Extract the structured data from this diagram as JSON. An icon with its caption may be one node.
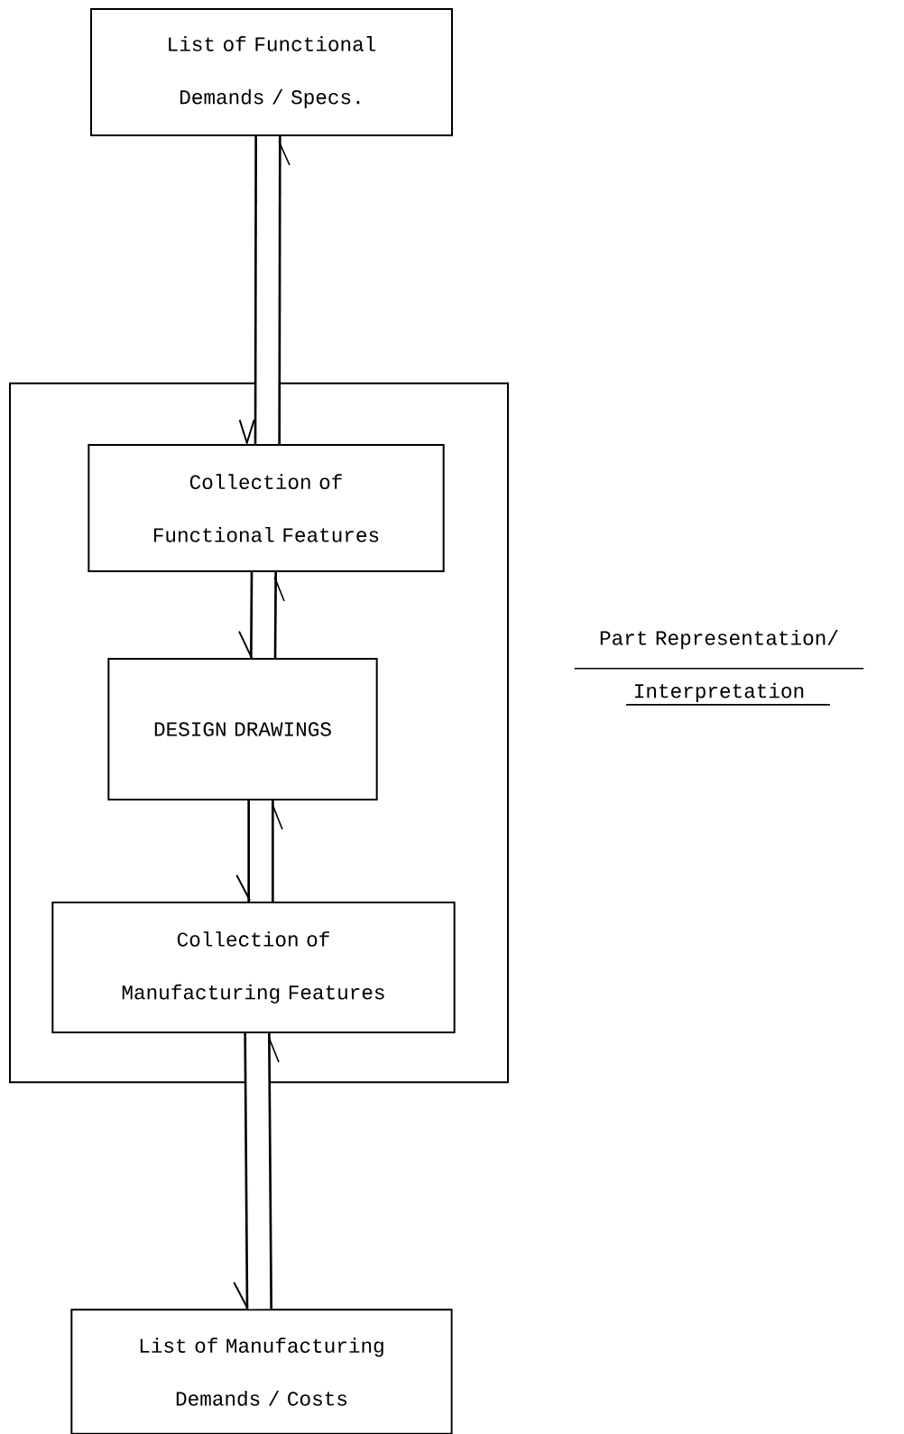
{
  "diagram": {
    "nodes": [
      {
        "text": [
          "List of Functional Demands / Specs."
        ]
      },
      {
        "text": [],
        "shape": "box"
      },
      {
        "text": [
          "Collection of Functional Features"
        ],
        "in": 1
      },
      {
        "text": [
          "DESIGN DRAWINGS"
        ],
        "in": 1
      },
      {
        "text": [
          "Collection of Manufacturing Features"
        ],
        "in": 1
      },
      {
        "text": [
          "List of Manufacturing Demands / Costs"
        ]
      }
    ],
    "edges": [
      {
        "from": 0,
        "to": 2,
        "arrow": "to"
      },
      {
        "from": 2,
        "to": 3,
        "arrow": "none"
      },
      {
        "from": 3,
        "to": 4,
        "arrow": "none"
      },
      {
        "from": 4,
        "to": 5,
        "arrow": "none"
      }
    ],
    "labels": [
      "Part Representation/ Interpretation"
    ]
  }
}
